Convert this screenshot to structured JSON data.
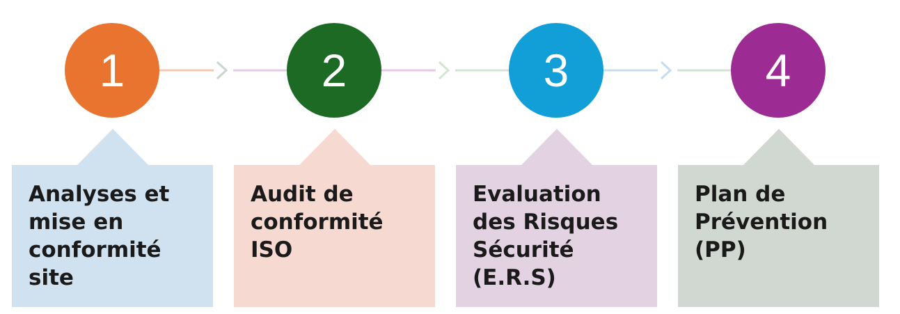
{
  "steps": [
    {
      "number": "1",
      "label": "Analyses  et\nmise en\nconformité\nsite",
      "circle_color": "#e8742f",
      "card_color": "#d0e1f0"
    },
    {
      "number": "2",
      "label": "Audit de\nconformité\nISO",
      "circle_color": "#1d6a24",
      "card_color": "#f6d9d0"
    },
    {
      "number": "3",
      "label": "Evaluation\ndes Risques\nSécurité\n(E.R.S)",
      "circle_color": "#129ed7",
      "card_color": "#e2d2e2"
    },
    {
      "number": "4",
      "label": "Plan de\nPrévention\n(PP)",
      "circle_color": "#9c2c93",
      "card_color": "#d1d7d1"
    }
  ],
  "connectors": [
    {
      "line_color": "#f1c9b3",
      "line_color_after": "#e2cde3",
      "arrow_color": "#c9d6cf"
    },
    {
      "line_color": "#e8c8e3",
      "line_color_after": "#d5e3d4",
      "arrow_color": "#d3e6cf"
    },
    {
      "line_color": "#c9dde9",
      "line_color_after": "#d4e2d4",
      "arrow_color": "#c5dcef"
    }
  ]
}
